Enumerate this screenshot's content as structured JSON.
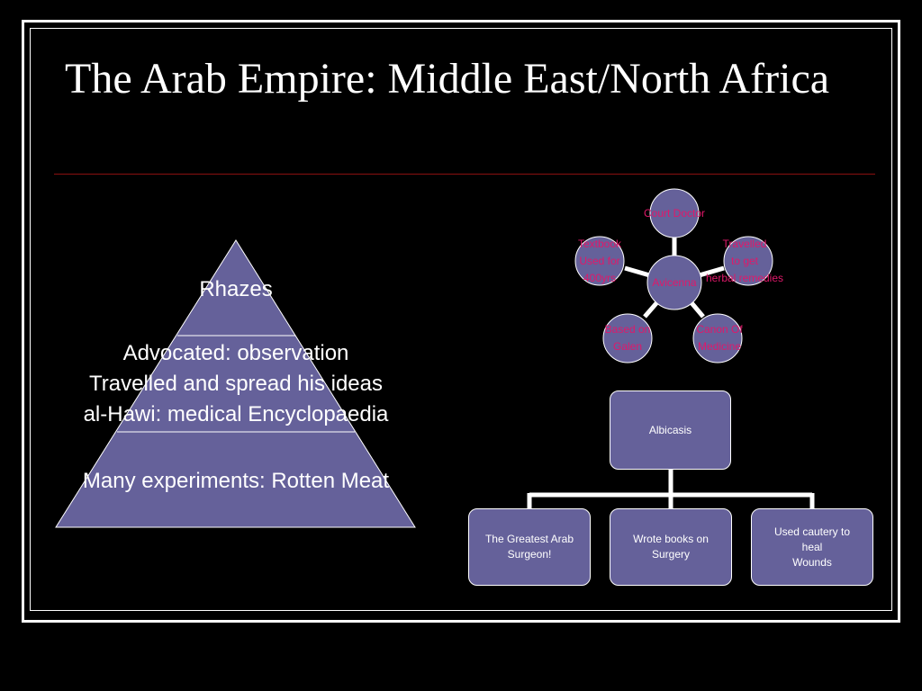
{
  "title": "The Arab Empire: Middle East/North Africa",
  "pyramid": {
    "tiers": [
      {
        "lines": [
          "Rhazes"
        ]
      },
      {
        "lines": [
          "Advocated: observation",
          "Travelled and spread his ideas",
          "al-Hawi: medical Encyclopaedia"
        ]
      },
      {
        "lines": [
          "Many experiments: Rotten Meat"
        ]
      }
    ]
  },
  "radial": {
    "center": "Avicenna",
    "nodes": [
      {
        "label": "Court Doctor"
      },
      {
        "label": "Travelled\nto get\nherbal remedies"
      },
      {
        "label": "Canon Of\nMedicine"
      },
      {
        "label": "Based on\nGalen"
      },
      {
        "label": "Textbook\nUsed for\n400yrs"
      }
    ]
  },
  "hierarchy": {
    "root": "Albicasis",
    "children": [
      {
        "label": "The Greatest Arab\nSurgeon!"
      },
      {
        "label": "Wrote books on\nSurgery"
      },
      {
        "label": "Used cautery to\nheal\nWounds"
      }
    ]
  },
  "colors": {
    "shape_fill": "#65619a",
    "radial_text": "#e0186a",
    "rule": "#8a1010"
  }
}
